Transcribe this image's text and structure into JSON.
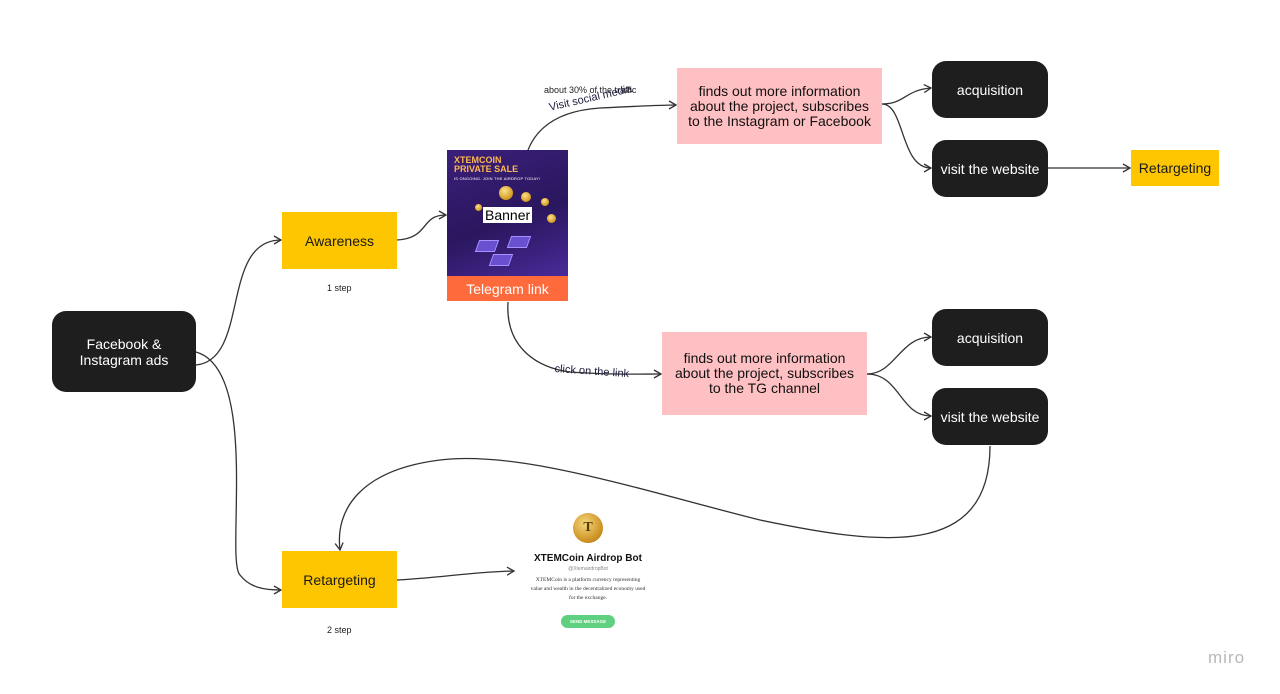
{
  "nodes": {
    "fb_ads": "Facebook & Instagram ads",
    "awareness": "Awareness",
    "retargeting_left": "Retargeting",
    "info_social": "finds out more information about the project, subscribes to the Instagram or Facebook",
    "info_tg": "finds out more information about the project, subscribes to the TG channel",
    "acquisition_top": "acquisition",
    "visit_top": "visit the website",
    "retargeting_right": "Retargeting",
    "acquisition_bottom": "acquisition",
    "visit_bottom": "visit the website"
  },
  "labels": {
    "step1": "1 step",
    "step2": "2 step",
    "traffic": "about 30% of the traffic",
    "visit_social": "Visit social media",
    "click_link": "click on the link"
  },
  "banner": {
    "title": "XTEMCOIN\nPRIVATE SALE",
    "subtitle": "IS ONGOING. JOIN THE AIRDROP TODAY!",
    "label": "Banner",
    "telegram": "Telegram link"
  },
  "bot": {
    "avatar": "T",
    "name": "XTEMCoin Airdrop Bot",
    "handle": "@XtemairdropBot",
    "description": "XTEMCoin is a platform currency representing value and wealth in the decentralized economy used for the exchange.",
    "button": "SEND MESSAGE"
  },
  "watermark": "miro",
  "colors": {
    "dark": "#1e1e1e",
    "yellow": "#fdc600",
    "pink": "#ffc0c3",
    "telegram": "#ff6a3d"
  }
}
